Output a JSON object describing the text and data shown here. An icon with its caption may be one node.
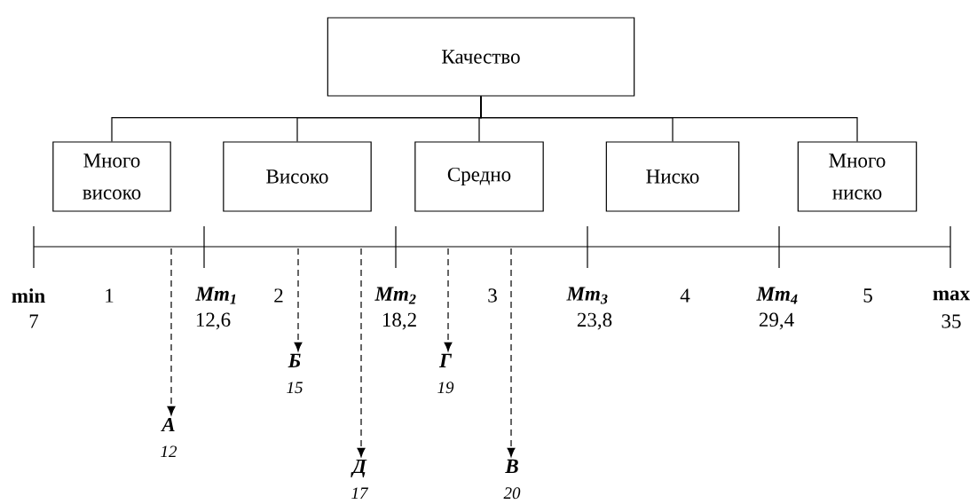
{
  "diagram": {
    "nodes": [
      {
        "text": [
          "Качество"
        ]
      },
      {
        "text": [
          "Много високо"
        ]
      },
      {
        "text": [
          "Високо"
        ]
      },
      {
        "text": [
          "Средно"
        ]
      },
      {
        "text": [
          "Ниско"
        ]
      },
      {
        "text": [
          "Много ниско"
        ]
      },
      {
        "text": [
          "Б",
          "15"
        ]
      },
      {
        "text": [
          "Г",
          "19"
        ]
      },
      {
        "text": [
          "А",
          "12"
        ]
      },
      {
        "text": [
          "Д",
          "17"
        ]
      },
      {
        "text": [
          "В",
          "20"
        ]
      }
    ],
    "edges": [
      {
        "from": 0,
        "to": 1,
        "arrow": "none"
      },
      {
        "from": 0,
        "to": 2,
        "arrow": "none"
      },
      {
        "from": 0,
        "to": 3,
        "arrow": "none"
      },
      {
        "from": 0,
        "to": 4,
        "arrow": "none"
      },
      {
        "from": 0,
        "to": 5,
        "arrow": "none"
      },
      {
        "from": null,
        "to": 6,
        "arrow": "to",
        "style": "dashed"
      },
      {
        "from": null,
        "to": 7,
        "arrow": "to",
        "style": "dashed"
      },
      {
        "from": null,
        "to": 8,
        "arrow": "to",
        "style": "dashed"
      },
      {
        "from": null,
        "to": 9,
        "arrow": "to",
        "style": "dashed"
      },
      {
        "from": null,
        "to": 10,
        "arrow": "to",
        "style": "dashed"
      }
    ],
    "labels": [
      "min",
      "7",
      "1",
      "Mm$_{1}$",
      "12,6",
      "2",
      "Mm$_{2}$",
      "18,2",
      "3",
      "Mm$_{3}$",
      "23,8",
      "4",
      "Mm$_{4}$",
      "29,4",
      "5",
      "max",
      "35"
    ]
  }
}
